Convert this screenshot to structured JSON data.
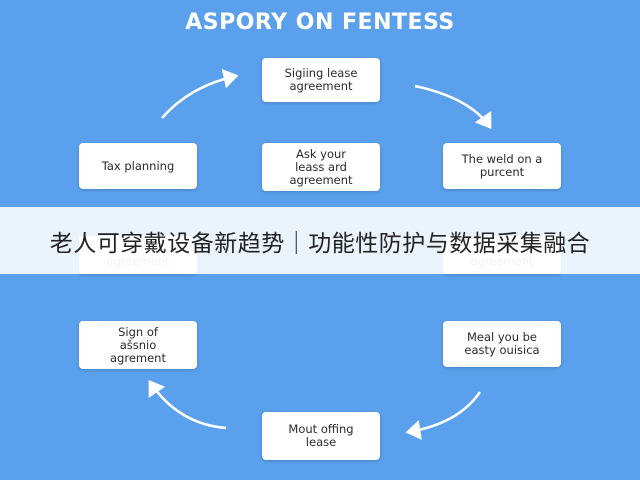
{
  "diagram": {
    "title": "ASPORY ON FENTESS",
    "nodes": {
      "top": [
        "Sigiing lease",
        "agreement"
      ],
      "right_upper": [
        "The weld on a",
        "purcent"
      ],
      "right_lower": [
        "Meal you be",
        "easty ouisica"
      ],
      "bottom": [
        "Mout offing",
        "lease"
      ],
      "left_lower": [
        "Sign of",
        "ašsnio",
        "agrement"
      ],
      "left_upper": [
        "Tax planning"
      ],
      "center": [
        "Ask your",
        "leass ard",
        "agreement"
      ],
      "left_partial": [
        "agreement"
      ],
      "right_partial": [
        "agreement"
      ]
    }
  },
  "banner": {
    "text": "老人可穿戴设备新趋势｜功能性防护与数据采集融合"
  },
  "colors": {
    "background": "#5aa0ec",
    "box": "#ffffff",
    "arrow": "#ffffff",
    "banner": "#ffffff"
  }
}
